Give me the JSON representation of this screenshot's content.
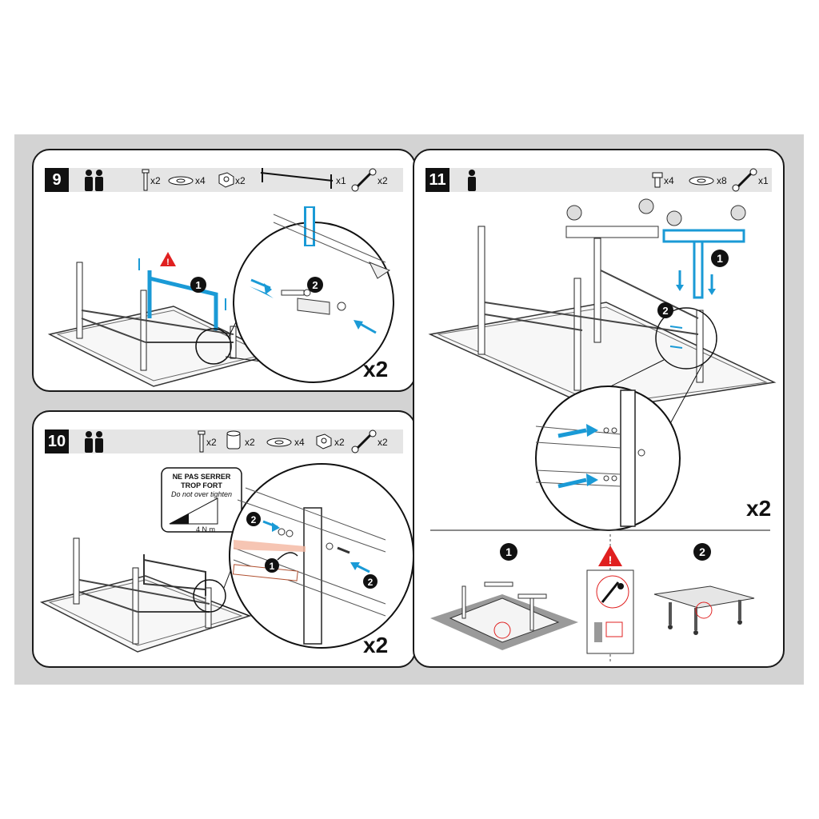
{
  "steps": [
    {
      "number": "9",
      "people_icon": "two-persons-icon",
      "parts": [
        {
          "icon": "bolt-icon",
          "qty": "x2"
        },
        {
          "icon": "washer-icon",
          "qty": "x4"
        },
        {
          "icon": "nut-icon",
          "qty": "x2"
        },
        {
          "icon": "brace-bar-icon",
          "qty": "x1"
        },
        {
          "icon": "wrench-icon",
          "qty": "x2"
        }
      ],
      "callouts": [
        "1",
        "2"
      ],
      "repeat": "x2"
    },
    {
      "number": "10",
      "people_icon": "two-persons-icon",
      "parts": [
        {
          "icon": "bolt-icon",
          "qty": "x2"
        },
        {
          "icon": "spacer-icon",
          "qty": "x2"
        },
        {
          "icon": "washer-icon",
          "qty": "x4"
        },
        {
          "icon": "nut-icon",
          "qty": "x2"
        },
        {
          "icon": "wrench-icon",
          "qty": "x2"
        }
      ],
      "callouts": [
        "2",
        "1",
        "2"
      ],
      "torque_warning": {
        "line1": "NE PAS SERRER",
        "line2": "TROP FORT",
        "line3": "Do not over tighten",
        "value": "4 N.m"
      },
      "repeat": "x2"
    },
    {
      "number": "11",
      "people_icon": "one-person-icon",
      "parts": [
        {
          "icon": "screw-icon",
          "qty": "x4"
        },
        {
          "icon": "washer-icon",
          "qty": "x8"
        },
        {
          "icon": "wrench-icon",
          "qty": "x1"
        }
      ],
      "callouts": [
        "1",
        "2"
      ],
      "repeat": "x2",
      "sub_steps": [
        "1",
        "2"
      ]
    }
  ],
  "colors": {
    "accent_blue": "#1a9ad6",
    "warning_red": "#e02020",
    "frame": "#111111",
    "sheet_bg": "#d3d3d3"
  }
}
